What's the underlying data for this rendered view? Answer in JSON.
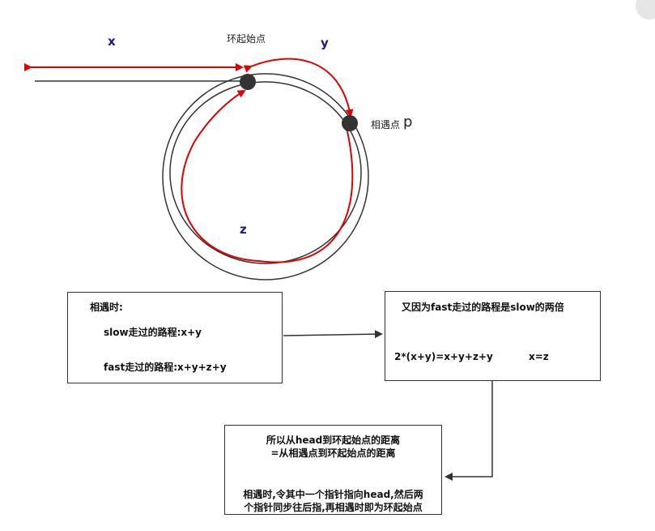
{
  "labels": {
    "x": "x",
    "y": "y",
    "z": "z",
    "cycle_start": "环起始点",
    "meet_point": "相遇点",
    "meet_point_letter": "p"
  },
  "box_meet": {
    "title": "相遇时:",
    "slow_line": "slow走过的路程:x+y",
    "fast_line": "fast走过的路程:x+y+z+y"
  },
  "box_double": {
    "title": "又因为fast走过的路程是slow的两倍",
    "equation": "2*(x+y)=x+y+z+y",
    "result": "x=z"
  },
  "box_conclusion": {
    "line1": "所以从head到环起始点的距离",
    "line2": "=从相遇点到环起始点的距离",
    "line3": "相遇时,令其中一个指针指向head,然后两",
    "line4": "个指针同步往后指,再相遇时即为环起始点"
  },
  "colors": {
    "red": "#e00000",
    "dark": "#333333",
    "navy": "#1a1a8c"
  }
}
